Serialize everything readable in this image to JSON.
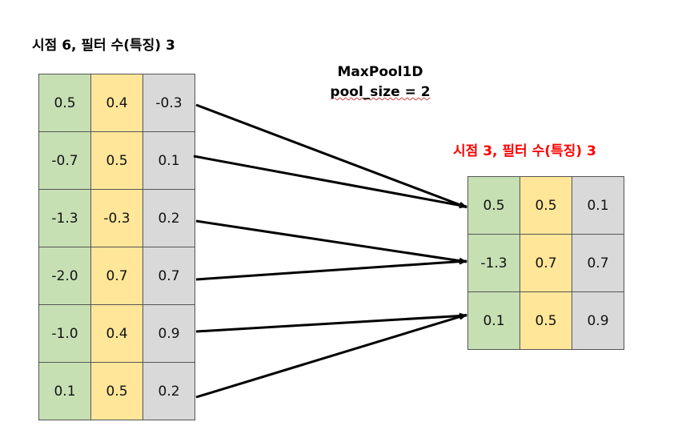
{
  "left_title": "시점 6, 필터 수(특징) 3",
  "operation": {
    "name": "MaxPool1D",
    "param": "pool_size = 2"
  },
  "right_title": "시점 3, 필터 수(특징) 3",
  "right_title_color": "#ff0000",
  "column_colors": [
    "#c6e0b4",
    "#ffe699",
    "#d9d9d9"
  ],
  "input_matrix": [
    [
      "0.5",
      "0.4",
      "-0.3"
    ],
    [
      "-0.7",
      "0.5",
      "0.1"
    ],
    [
      "-1.3",
      "-0.3",
      "0.2"
    ],
    [
      "-2.0",
      "0.7",
      "0.7"
    ],
    [
      "-1.0",
      "0.4",
      "0.9"
    ],
    [
      "0.1",
      "0.5",
      "0.2"
    ]
  ],
  "output_matrix": [
    [
      "0.5",
      "0.5",
      "0.1"
    ],
    [
      "-1.3",
      "0.7",
      "0.7"
    ],
    [
      "0.1",
      "0.5",
      "0.9"
    ]
  ]
}
